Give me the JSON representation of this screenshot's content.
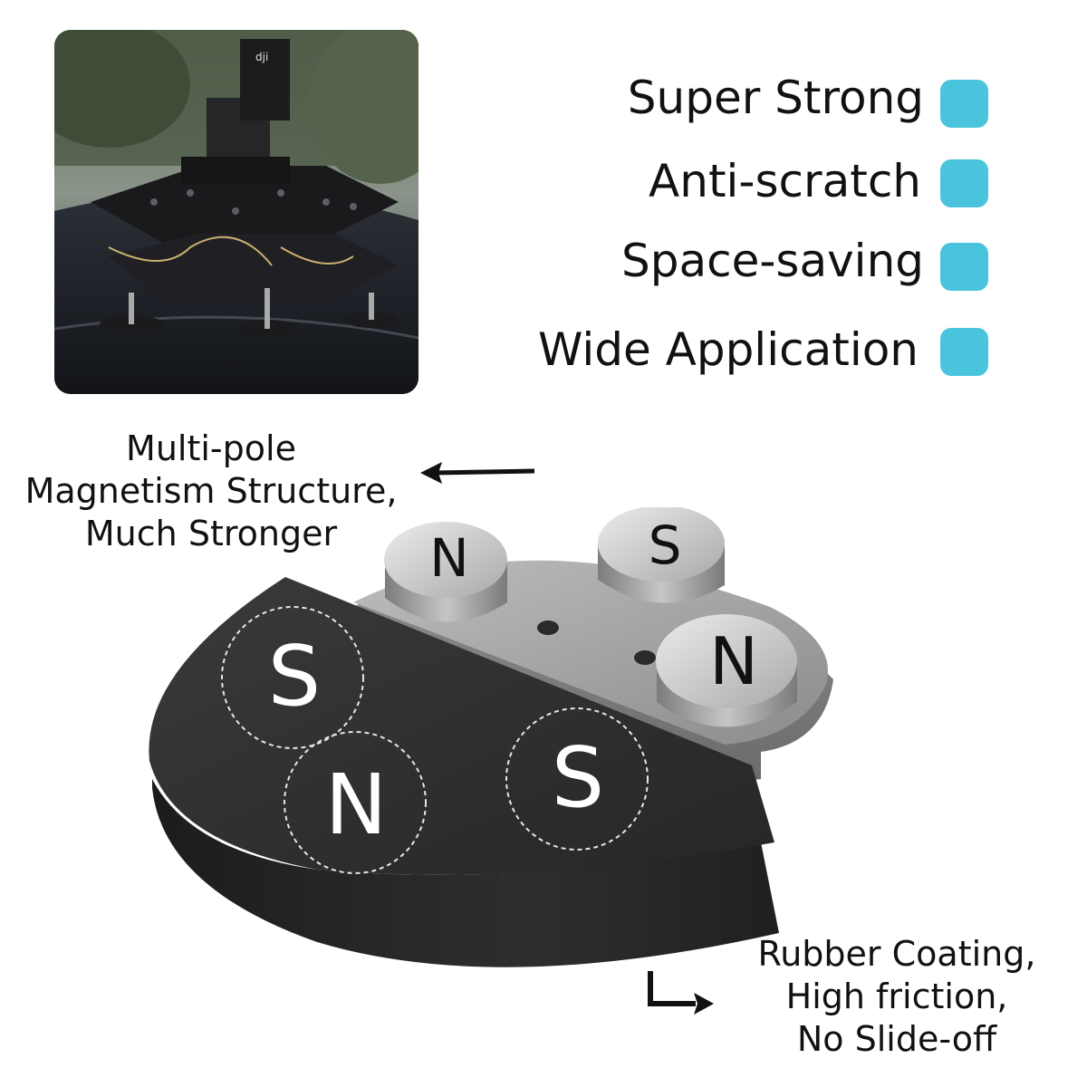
{
  "features": [
    {
      "label": "Super Strong",
      "icon": "teal-square-icon",
      "color": "#49c4dc"
    },
    {
      "label": "Anti-scratch",
      "icon": "teal-square-icon",
      "color": "#49c4dc"
    },
    {
      "label": "Space-saving",
      "icon": "teal-square-icon",
      "color": "#49c4dc"
    },
    {
      "label": "Wide Application",
      "icon": "teal-square-icon",
      "color": "#49c4dc"
    }
  ],
  "callouts": {
    "magnetism": [
      "Multi-pole",
      "Magnetism Structure,",
      "Much Stronger"
    ],
    "rubber": [
      "Rubber Coating,",
      "High friction,",
      "No Slide-off"
    ]
  },
  "poles": {
    "rubber_face": [
      "S",
      "N",
      "S"
    ],
    "metal_magnets": [
      "N",
      "S",
      "N"
    ]
  },
  "photo": {
    "logo_text": "dji"
  },
  "colors": {
    "rubber": "#2b2b2b",
    "metal": "#9c9c9c",
    "accent": "#49c4dc"
  }
}
